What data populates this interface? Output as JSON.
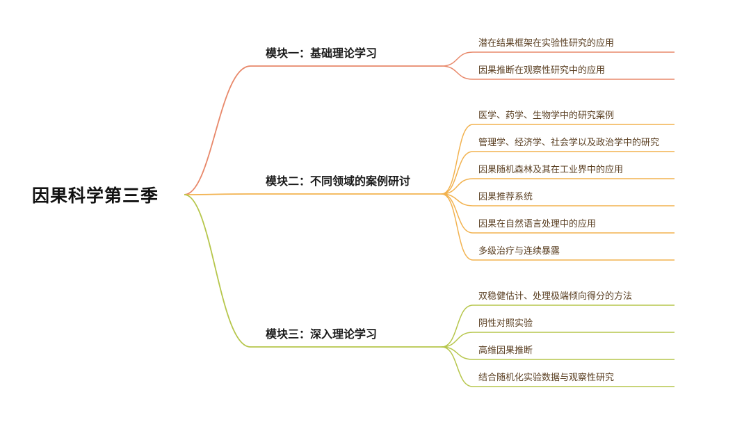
{
  "root": {
    "label": "因果科学第三季"
  },
  "branches": [
    {
      "label": "模块一：基础理论学习",
      "color": "#E8886A",
      "leaves": [
        "潜在结果框架在实验性研究的应用",
        "因果推断在观察性研究中的应用"
      ]
    },
    {
      "label": "模块二：不同领域的案例研讨",
      "color": "#F2B24F",
      "leaves": [
        "医学、药学、生物学中的研究案例",
        "管理学、经济学、社会学以及政治学中的研究",
        "因果随机森林及其在工业界中的应用",
        "因果推荐系统",
        "因果在自然语言处理中的应用",
        "多级治疗与连续暴露"
      ]
    },
    {
      "label": "模块三：深入理论学习",
      "color": "#B6C64B",
      "leaves": [
        "双稳健估计、处理极端倾向得分的方法",
        "阴性对照实验",
        "高维因果推断",
        "结合随机化实验数据与观察性研究"
      ]
    }
  ]
}
